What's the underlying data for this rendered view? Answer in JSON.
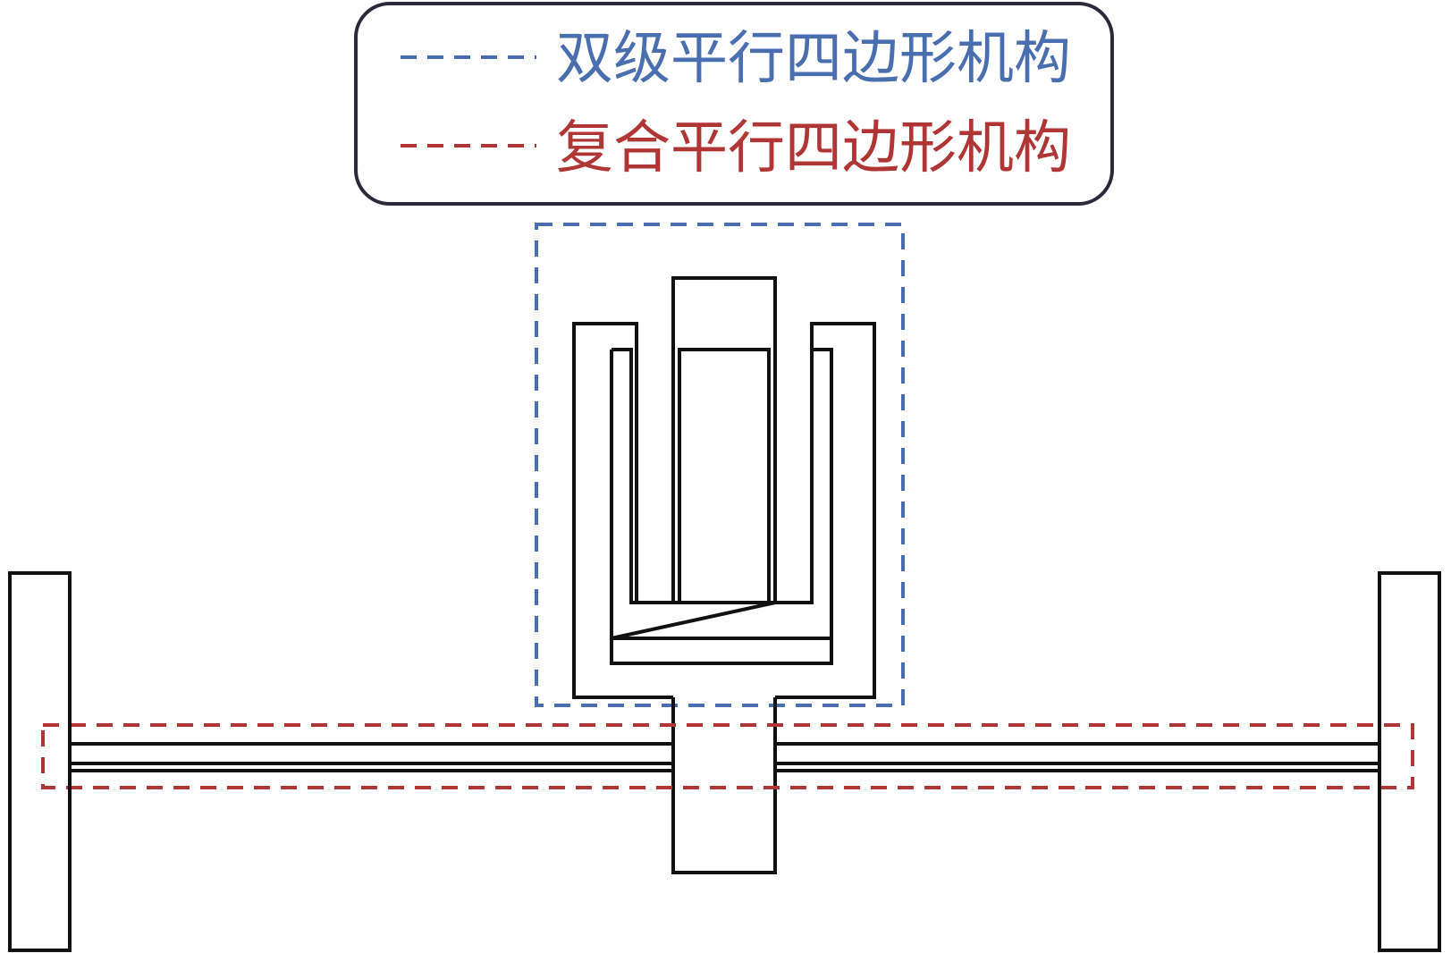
{
  "legend": {
    "items": [
      {
        "label": "双级平行四边形机构",
        "color": "#4a6fb0",
        "style": "dashed"
      },
      {
        "label": "复合平行四边形机构",
        "color": "#b03535",
        "style": "dashed"
      }
    ]
  },
  "colors": {
    "stroke": "#111111",
    "blue_dashed": "#4a6fb0",
    "red_dashed": "#b03535",
    "legend_border": "#2a2a3a"
  }
}
